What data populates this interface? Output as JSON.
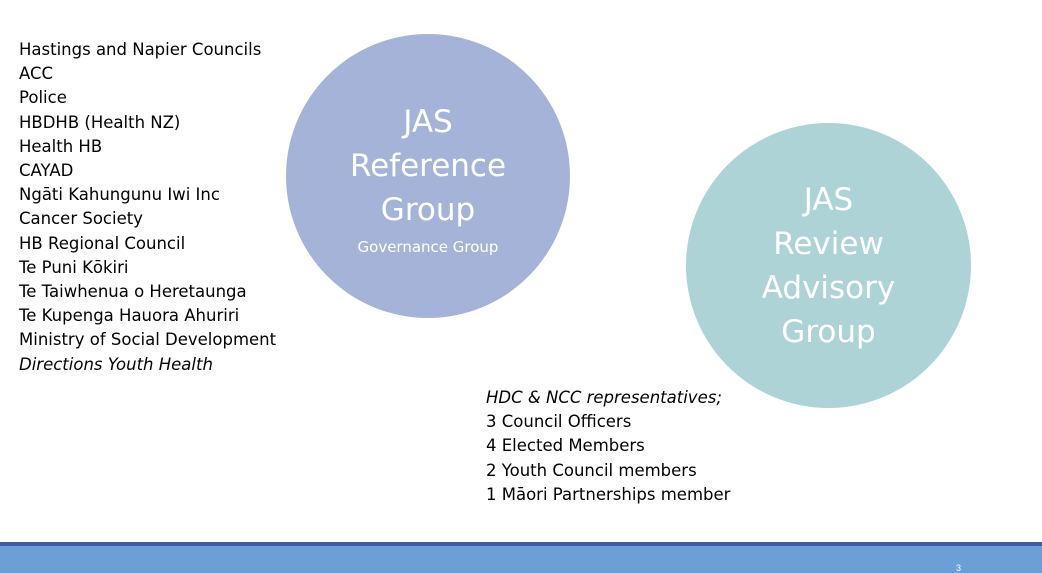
{
  "members": [
    {
      "label": "Hastings and Napier Councils",
      "italic": false
    },
    {
      "label": "ACC",
      "italic": false
    },
    {
      "label": "Police",
      "italic": false
    },
    {
      "label": "HBDHB (Health NZ)",
      "italic": false
    },
    {
      "label": "Health HB",
      "italic": false
    },
    {
      "label": "CAYAD",
      "italic": false
    },
    {
      "label": "Ngāti Kahungunu Iwi Inc",
      "italic": false
    },
    {
      "label": "Cancer Society",
      "italic": false
    },
    {
      "label": "HB Regional Council",
      "italic": false
    },
    {
      "label": "Te Puni Kōkiri",
      "italic": false
    },
    {
      "label": "Te Taiwhenua o Heretaunga",
      "italic": false
    },
    {
      "label": "Te Kupenga Hauora Ahuriri",
      "italic": false
    },
    {
      "label": "Ministry of Social Development",
      "italic": false
    },
    {
      "label": "Directions Youth Health",
      "italic": true
    }
  ],
  "reference_group": {
    "title": "JAS\nReference\nGroup",
    "subtitle": "Governance Group",
    "color": "#a5b3d8"
  },
  "review_group": {
    "title": "JAS\nReview\nAdvisory\nGroup",
    "color": "#aed3d7"
  },
  "representatives": [
    {
      "label": "HDC & NCC representatives;",
      "italic": true
    },
    {
      "label": "3 Council Officers",
      "italic": false
    },
    {
      "label": "4 Elected Members",
      "italic": false
    },
    {
      "label": "2 Youth Council members",
      "italic": false
    },
    {
      "label": "1 Māori Partnerships member",
      "italic": false
    }
  ],
  "footer": {
    "page_number": "3",
    "bar_color": "#6c9fd5",
    "line_color": "#3e5aa8"
  }
}
